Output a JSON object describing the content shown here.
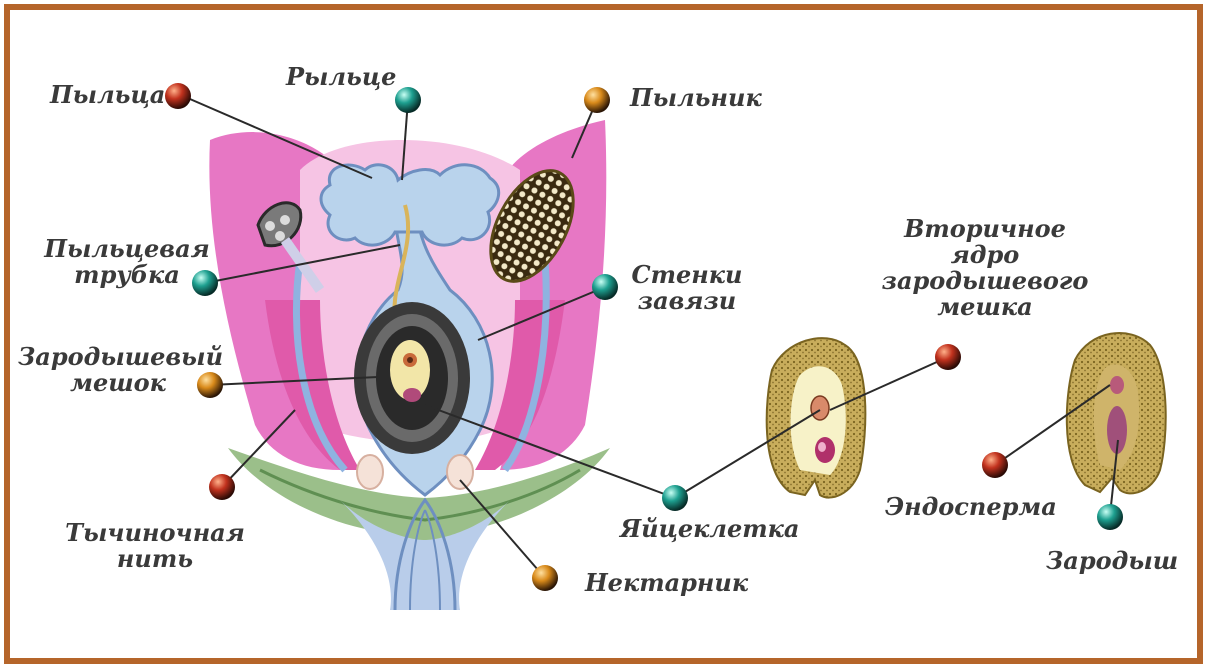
{
  "labels": {
    "pollen": "Пыльца",
    "stigma": "Рыльце",
    "anther": "Пыльник",
    "pollen_tube_1": "Пыльцевая",
    "pollen_tube_2": "трубка",
    "ovary_wall_1": "Стенки",
    "ovary_wall_2": "завязи",
    "embryo_sac_1": "Зародышевый",
    "embryo_sac_2": "мешок",
    "filament_1": "Тычиночная",
    "filament_2": "нить",
    "egg_cell": "Яйцеклетка",
    "nectary": "Нектарник",
    "secondary_nucleus_1": "Вторичное",
    "secondary_nucleus_2": "ядро",
    "secondary_nucleus_3": "зародышевого",
    "secondary_nucleus_4": "мешка",
    "endosperm": "Эндосперма",
    "embryo": "Зародыш"
  },
  "colors": {
    "frame": "#b5652a",
    "petal": "#e777c4",
    "petal_light": "#f6c4e4",
    "pistil": "#b9d3ec",
    "ovule_dark": "#2e2e2e",
    "seed": "#b79a4a",
    "marker_red": "#b62a1a",
    "marker_orange": "#d9891a",
    "marker_teal": "#1e9c8c",
    "text": "#3a3a3a"
  }
}
